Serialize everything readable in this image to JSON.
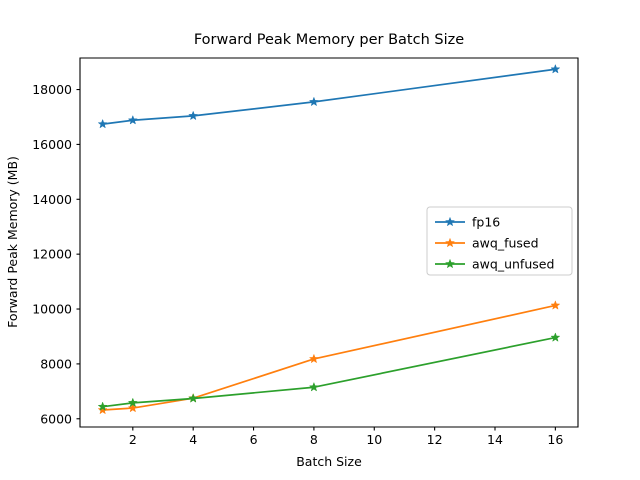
{
  "chart_data": {
    "type": "line",
    "title": "Forward Peak Memory per Batch Size",
    "xlabel": "Batch Size",
    "ylabel": "Forward Peak Memory (MB)",
    "x": [
      1,
      2,
      4,
      8,
      16
    ],
    "xlim": [
      0.25,
      16.75
    ],
    "ylim": [
      5700,
      19150
    ],
    "xticks": [
      2,
      4,
      6,
      8,
      10,
      12,
      14,
      16
    ],
    "xticklabels": [
      "2",
      "4",
      "6",
      "8",
      "10",
      "12",
      "14",
      "16"
    ],
    "yticks": [
      6000,
      8000,
      10000,
      12000,
      14000,
      16000,
      18000
    ],
    "yticklabels": [
      "6000",
      "8000",
      "10000",
      "12000",
      "14000",
      "16000",
      "18000"
    ],
    "grid": false,
    "marker": "star",
    "legend_position": "center right",
    "series": [
      {
        "name": "fp16",
        "color": "#1f77b4",
        "values": [
          16740,
          16880,
          17040,
          17550,
          18740
        ]
      },
      {
        "name": "awq_fused",
        "color": "#ff7f0e",
        "values": [
          6320,
          6390,
          6750,
          8180,
          10130
        ]
      },
      {
        "name": "awq_unfused",
        "color": "#2ca02c",
        "values": [
          6440,
          6580,
          6740,
          7150,
          8960
        ]
      }
    ]
  },
  "figure": {
    "background_color": "#ffffff",
    "axes_color": "#000000"
  }
}
